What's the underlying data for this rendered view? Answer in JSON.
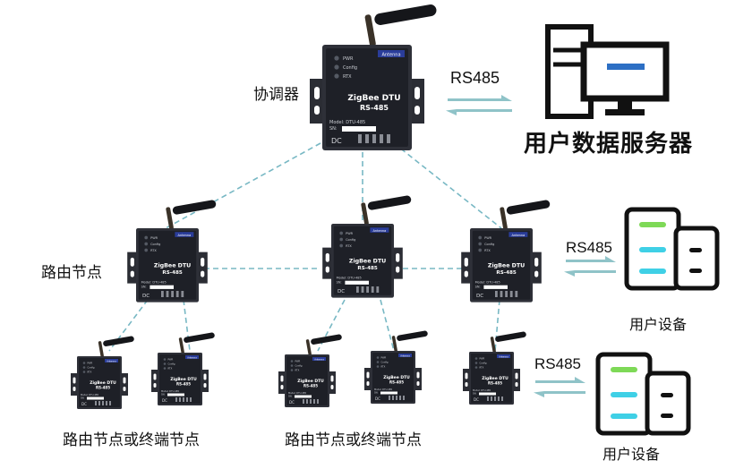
{
  "labels": {
    "coordinator": "协调器",
    "router": "路由节点",
    "end_nodes_left": "路由节点或终端节点",
    "end_nodes_right": "路由节点或终端节点",
    "server": "用户数据服务器",
    "user_device_1": "用户设备",
    "user_device_2": "用户设备",
    "rs485_server": "RS485",
    "rs485_device_1": "RS485",
    "rs485_device_2": "RS485"
  },
  "device": {
    "brand_line1": "ZigBee DTU",
    "brand_line2": "RS-485",
    "antenna_tag": "Antenna",
    "led_labels": [
      "PWR",
      "Config",
      "RTX"
    ],
    "model_label": "Model:",
    "model_value": "DTU-485",
    "sn_label": "SN:",
    "power_label": "DC"
  },
  "colors": {
    "link_line": "#78b8c4",
    "arrow": "#8fc3c8",
    "device_body": "#2e3038",
    "device_panel": "#1c1e24",
    "accent_green": "#7ed957",
    "accent_cyan": "#3fd0e6"
  }
}
